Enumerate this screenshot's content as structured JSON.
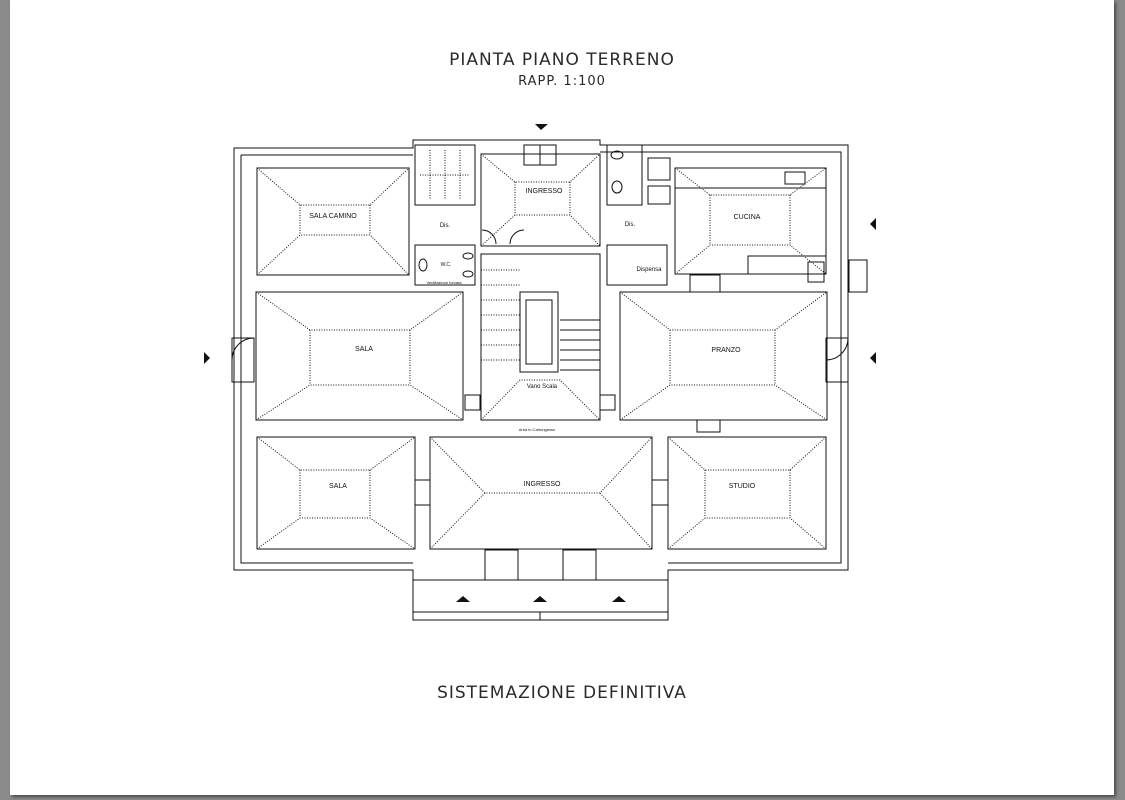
{
  "titles": {
    "plan_title": "PIANTA PIANO TERRENO",
    "scale": "RAPP.  1:100",
    "footer": "SISTEMAZIONE DEFINITIVA"
  },
  "rooms": {
    "sala_camino": "SALA CAMINO",
    "ingresso_top": "INGRESSO",
    "dis_left": "Dis.",
    "dis_right": "Dis.",
    "cucina": "CUCINA",
    "wc": "W.C.",
    "ventilazione": "Ventilazione forzata",
    "dispensa": "Dispensa",
    "sala_mid": "SALA",
    "vano_scala": "Vano Scala",
    "pranzo": "PRANZO",
    "area_carico": "Area in Cartongesso",
    "sala_bottom": "SALA",
    "ingresso_bottom": "INGRESSO",
    "studio": "STUDIO"
  },
  "colors": {
    "background": "#8a8a8a",
    "sheet": "#ffffff",
    "lines": "#111111"
  }
}
